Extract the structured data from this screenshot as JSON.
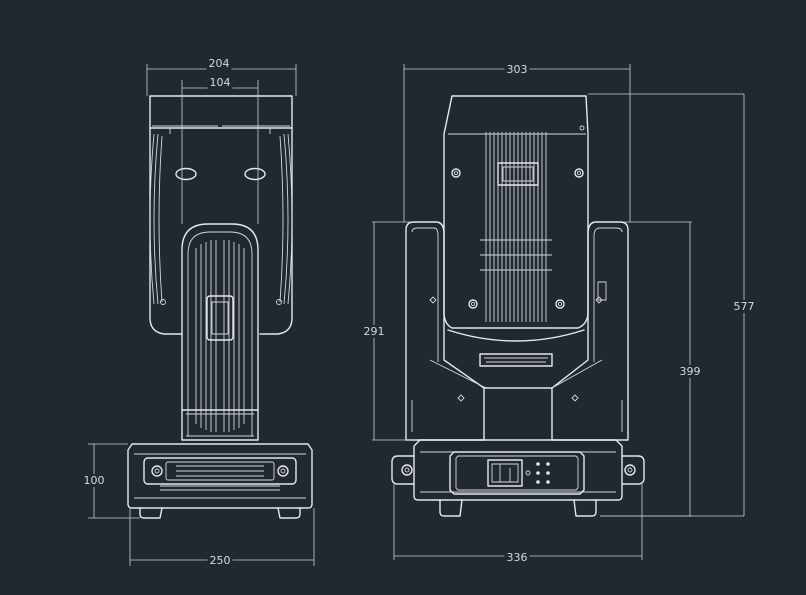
{
  "front_view": {
    "overall_width": "204",
    "arm_gap": "104",
    "base_width": "250",
    "base_height": "100"
  },
  "side_view": {
    "head_width": "303",
    "overall_height": "577",
    "arm_height": "291",
    "head_pivot_height": "399",
    "base_width": "336"
  }
}
